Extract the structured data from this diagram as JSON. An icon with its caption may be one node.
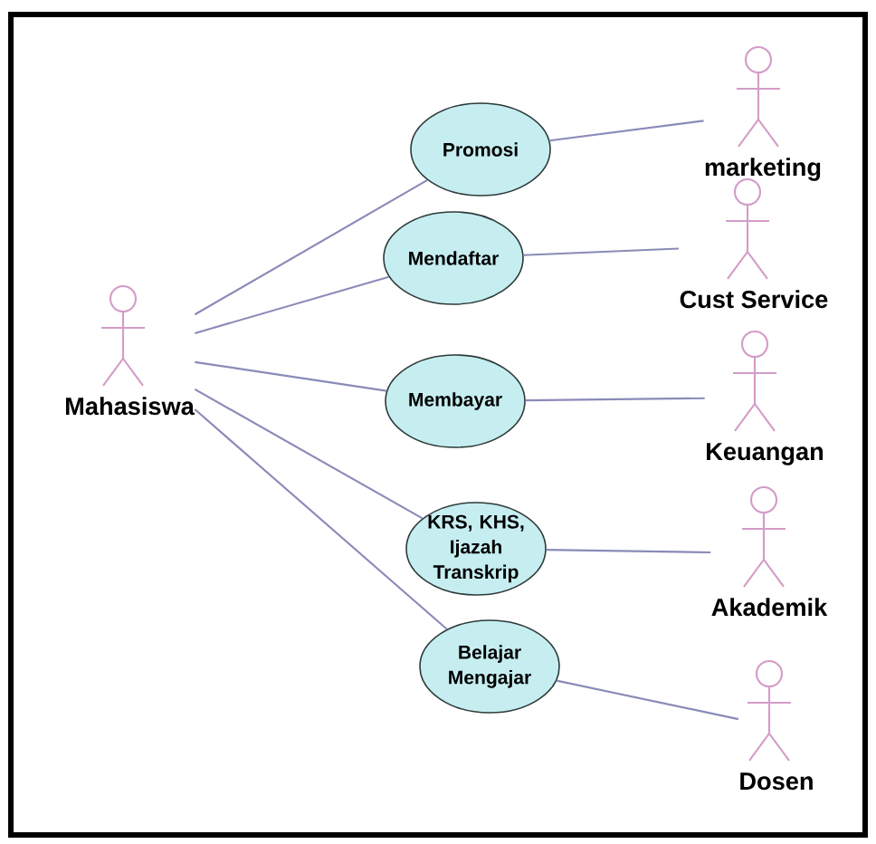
{
  "diagram": {
    "nodes": [
      {
        "text": [
          "Mahasiswa"
        ]
      },
      {
        "text": [
          "Promosi"
        ]
      },
      {
        "text": [
          "Mendaftar"
        ]
      },
      {
        "text": [
          "Membayar"
        ]
      },
      {
        "text": [
          "KRS, KHS, Ijazah Transkrip"
        ]
      },
      {
        "text": [
          "Belajar Mengajar"
        ]
      },
      {
        "text": [
          "marketing"
        ]
      },
      {
        "text": [
          "Cust Service"
        ]
      },
      {
        "text": [
          "Keuangan"
        ]
      },
      {
        "text": [
          "Akademik"
        ]
      },
      {
        "text": [
          "Dosen"
        ]
      }
    ],
    "edges": [
      {
        "from": 0,
        "to": 1,
        "arrow": "none"
      },
      {
        "from": 0,
        "to": 2,
        "arrow": "none"
      },
      {
        "from": 0,
        "to": 3,
        "arrow": "none"
      },
      {
        "from": 0,
        "to": 4,
        "arrow": "none"
      },
      {
        "from": 0,
        "to": 5,
        "arrow": "none"
      },
      {
        "from": 1,
        "to": 6,
        "arrow": "none"
      },
      {
        "from": 2,
        "to": 7,
        "arrow": "none"
      },
      {
        "from": 3,
        "to": 8,
        "arrow": "none"
      },
      {
        "from": 4,
        "to": 9,
        "arrow": "none"
      },
      {
        "from": 5,
        "to": 10,
        "arrow": "none"
      }
    ]
  }
}
